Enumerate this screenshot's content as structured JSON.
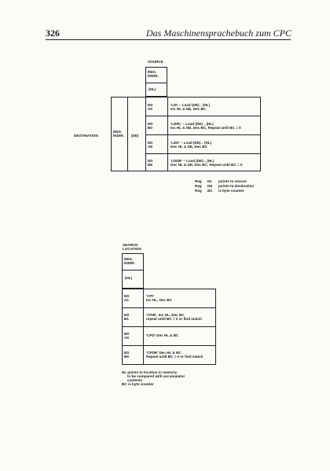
{
  "header": {
    "page_number": "326",
    "book_title": "Das Maschinensprachebuch zum CPC"
  },
  "block_transfer": {
    "source_label": "SOURCE",
    "reg_indir_label": "REG.\nINDIR.",
    "hl_label": "(HL)",
    "destination_label": "DESTINATION",
    "dest_reg_indir_label": "REG.\nINDIR.",
    "de_label": "(DE)",
    "rows": [
      {
        "opcode": "ED\nA0",
        "name": "'LDI' – Load (DE)←(HL)",
        "desc": "Inc HL & DE, Dec BC"
      },
      {
        "opcode": "ED\nB0",
        "name": "'LDIR,' – Load (DE)←(HL)",
        "desc": "Inc HL & DE, Dec BC, Repeat until BC = 0"
      },
      {
        "opcode": "ED\nA8",
        "name": "'LDD' – Load (DE)←(HL)",
        "desc": "Dec HL & DE, Dec BC"
      },
      {
        "opcode": "ED\nB8",
        "name": "'LDDR' – Load (DE)←(HL)",
        "desc": "Dec HL & DE, Dec BC, Repeat until BC = 0"
      }
    ],
    "notes": [
      {
        "reg": "Reg",
        "name": "HL",
        "text": "points to source"
      },
      {
        "reg": "Reg",
        "name": "DE",
        "text": "points to destination"
      },
      {
        "reg": "Reg",
        "name": "BC",
        "text": "is byte counter"
      }
    ]
  },
  "block_search": {
    "search_location_label": "SEARCH\nLOCATION",
    "reg_indir_label": "REG.\nINDIR.",
    "hl_label": "(HL)",
    "rows": [
      {
        "opcode": "ED\nA1",
        "name": "'CPI'",
        "desc": "Inc HL, Dec BC"
      },
      {
        "opcode": "ED\nB1",
        "name": "'CPIR', Inc HL, Dec BC",
        "desc": "repeat until BC = 0 or find match"
      },
      {
        "opcode": "ED\nA9",
        "name": "'CPD' Dec HL & BC",
        "desc": ""
      },
      {
        "opcode": "ED\nB9",
        "name": "'CPDR' Dec HL & BC",
        "desc": "Repeat until BC = 0 or find match"
      }
    ],
    "notes": [
      "HL points to location in memory",
      "to be compared with accumulator",
      "contents",
      "BC is byte counter"
    ]
  }
}
